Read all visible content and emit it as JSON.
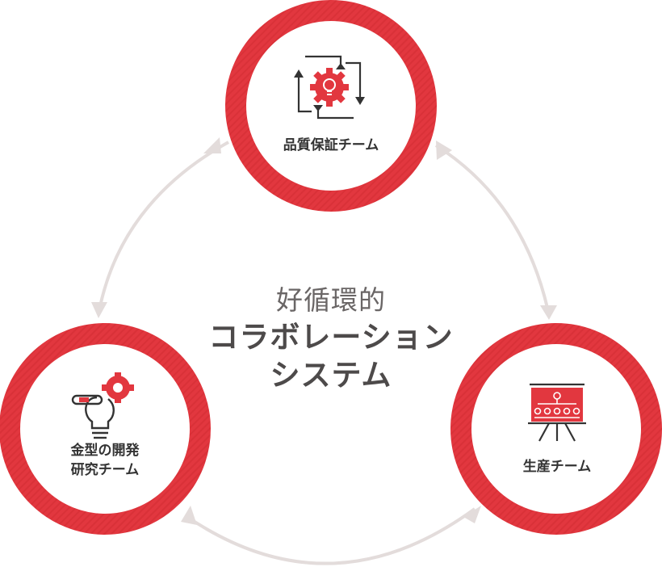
{
  "colors": {
    "ring": "#e2373f",
    "ring_stripe": "#c9242c",
    "arrow": "#e3dcdb",
    "icon_dark": "#333333",
    "icon_accent": "#e2373f",
    "text": "#333333",
    "center_text": "#4d4a4a"
  },
  "center": {
    "subtitle": "好循環的",
    "title_line1": "コラボレーション",
    "title_line2": "システム"
  },
  "nodes": {
    "quality": {
      "label": "品質保証チーム",
      "icon": "gear-lightbulb-cycle-icon"
    },
    "mold": {
      "label_line1": "金型の開発",
      "label_line2": "研究チーム",
      "icon": "lightbulb-gear-pen-icon"
    },
    "production": {
      "label": "生産チーム",
      "icon": "presentation-board-icon"
    }
  }
}
